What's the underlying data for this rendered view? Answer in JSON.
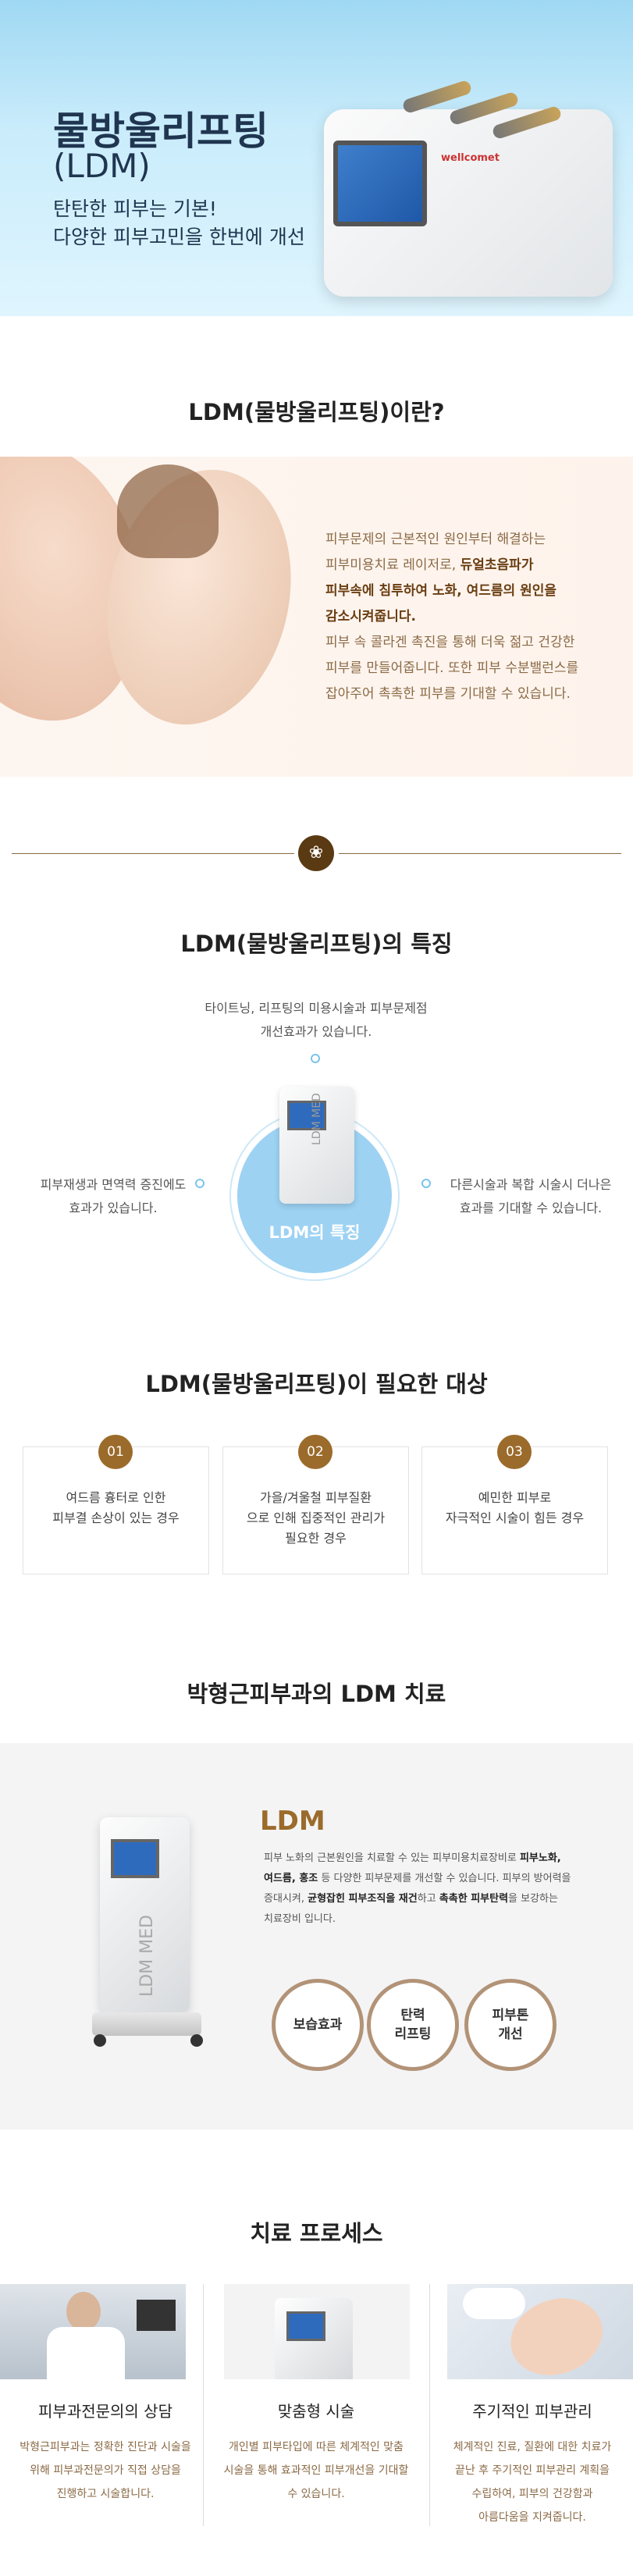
{
  "hero": {
    "title": "물방울리프팅",
    "subtitle": "(LDM)",
    "line1": "탄탄한 피부는 기본!",
    "line2": "다양한 피부고민을 한번에 개선",
    "device_brand": "wellcomet"
  },
  "intro": {
    "title": "LDM(물방울리프팅)이란?",
    "p1": "피부문제의 근본적인 원인부터 해결하는",
    "p2": "피부미용치료 레이저로, ",
    "p2b": "듀얼초음파가",
    "p3b": "피부속에 침투하여 노화, 여드름의 원인을",
    "p4b": "감소시켜줍니다.",
    "p5": "피부 속 콜라겐 촉진을 통해 더욱 젊고 건강한",
    "p6": "피부를 만들어줍니다. 또한 피부 수분밸런스를",
    "p7": "잡아주어 촉촉한 피부를 기대할 수 있습니다."
  },
  "features": {
    "title": "LDM(물방울리프팅)의 특징",
    "top1": "타이트닝, 리프팅의 미용시술과 피부문제점",
    "top2": "개선효과가 있습니다.",
    "left1": "피부재생과 면역력 증진에도",
    "left2": "효과가 있습니다.",
    "right1": "다른시술과 복합 시술시 더나은",
    "right2": "효과를 기대할 수 있습니다.",
    "center_label": "LDM의 특징",
    "device_label": "LDM MED"
  },
  "targets": {
    "title": "LDM(물방울리프팅)이 필요한 대상",
    "items": [
      {
        "num": "01",
        "l1": "여드름 흉터로 인한",
        "l2": "피부결 손상이 있는 경우",
        "l3": ""
      },
      {
        "num": "02",
        "l1": "가을/겨울철 피부질환",
        "l2": "으로 인해 집중적인 관리가",
        "l3": "필요한 경우"
      },
      {
        "num": "03",
        "l1": "예민한 피부로",
        "l2": "자극적인 시술이 힘든 경우",
        "l3": ""
      }
    ]
  },
  "treatment": {
    "title": "박형근피부과의 LDM 치료",
    "heading": "LDM",
    "d1a": "피부 노화의 근본원인을 치료할 수 있는 피부미용치료장비로 ",
    "d1b": "피부노화,",
    "d2b": "여드름, 홍조",
    "d2a": " 등 다양한 피부문제를 개선할 수 있습니다. 피부의 방어력을",
    "d3a": "증대시켜, ",
    "d3b": "균형잡힌 피부조직을 재건",
    "d3c": "하고 ",
    "d3d": "촉촉한 피부탄력",
    "d3e": "을 보강하는",
    "d4": "치료장비 입니다.",
    "device_label": "LDM MED",
    "rings": [
      {
        "l1": "보습효과",
        "l2": ""
      },
      {
        "l1": "탄력",
        "l2": "리프팅"
      },
      {
        "l1": "피부톤",
        "l2": "개선"
      }
    ]
  },
  "process": {
    "title": "치료 프로세스",
    "steps": [
      {
        "title": "피부과전문의의 상담",
        "d1": "박형근피부과는 정확한 진단과 시술을",
        "d2": "위해 피부과전문의가 직접 상담을",
        "d3": "진행하고 시술합니다.",
        "d4": ""
      },
      {
        "title": "맞춤형 시술",
        "d1": "개인별 피부타입에 따른 체계적인 맞춤",
        "d2": "시술을 통해 효과적인 피부개선을 기대할",
        "d3": "수 있습니다.",
        "d4": ""
      },
      {
        "title": "주기적인 피부관리",
        "d1": "체계적인 진료, 질환에 대한 치료가",
        "d2": "끝난 후 주기적인 피부관리 계획을",
        "d3": "수립하여, 피부의 건강함과",
        "d4": "아름다움을 지켜줍니다."
      }
    ]
  }
}
